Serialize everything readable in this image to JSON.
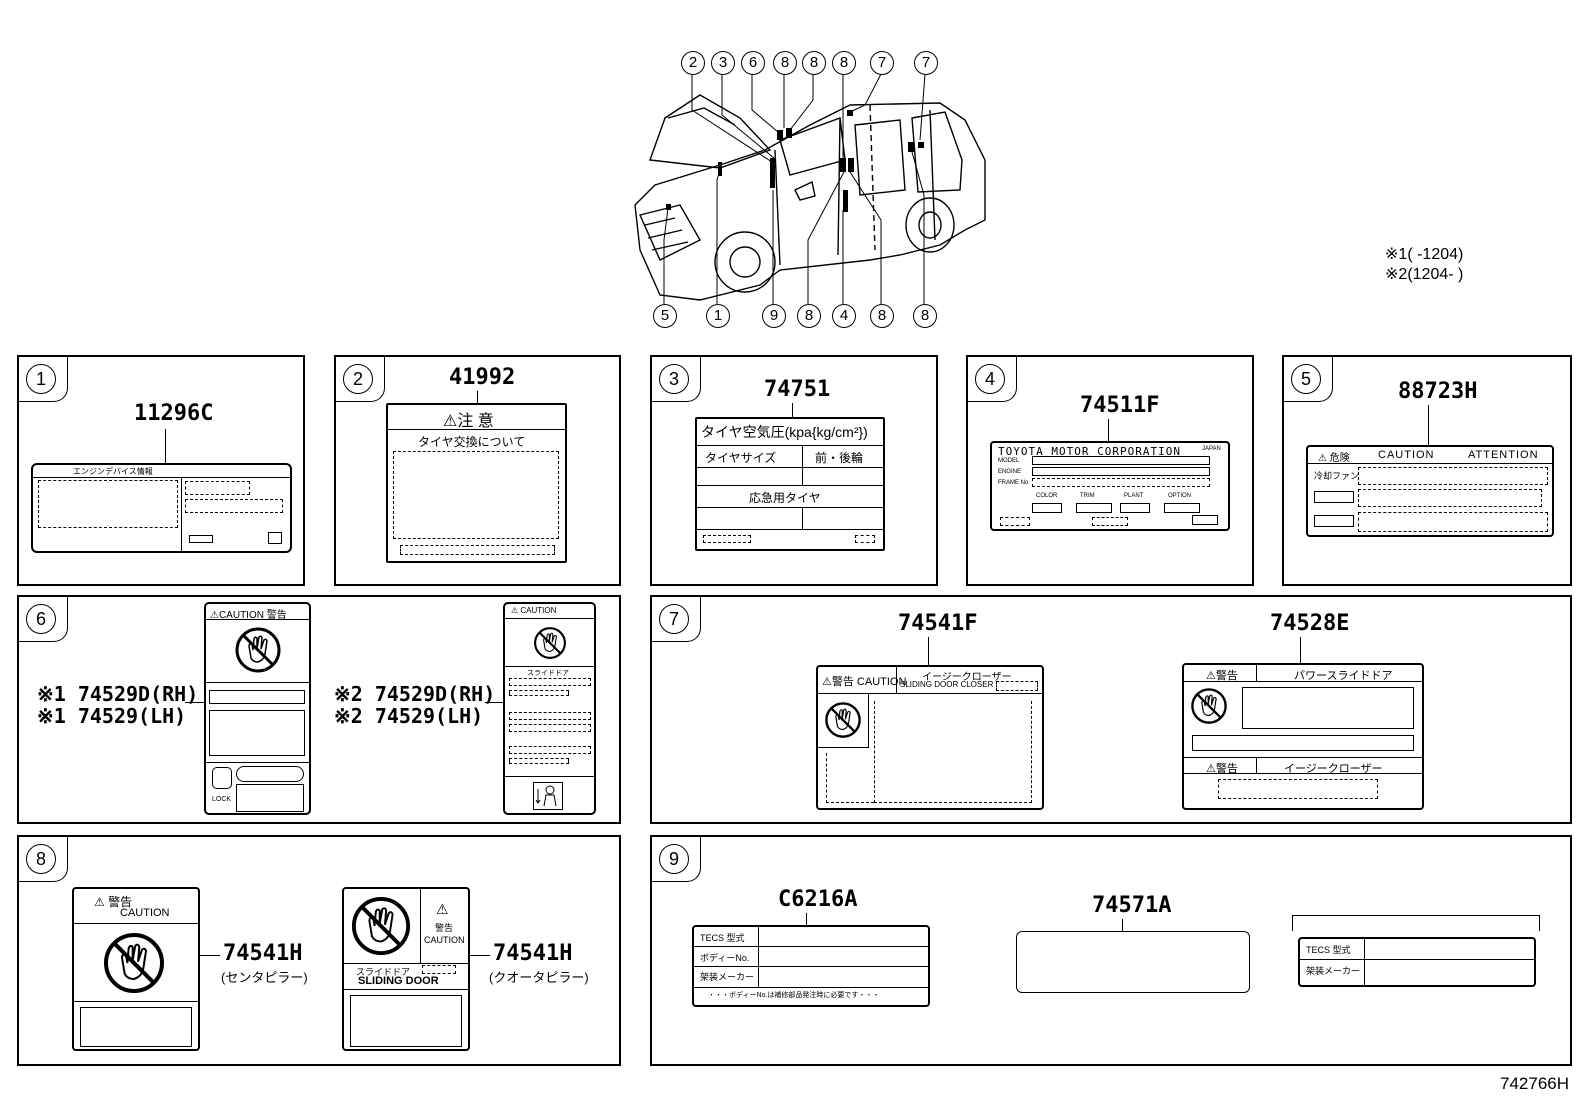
{
  "vehicle": {
    "top_callouts": [
      "2",
      "3",
      "6",
      "8",
      "8",
      "8",
      "7",
      "7"
    ],
    "bottom_callouts": [
      "5",
      "1",
      "9",
      "8",
      "4",
      "8",
      "8"
    ]
  },
  "legend": {
    "note1_mark": "※1",
    "note1_text": "(      -1204)",
    "note2_mark": "※2",
    "note2_text": "(1204-      )"
  },
  "panels": {
    "p1": {
      "num": "1",
      "part": "11296C",
      "header": "エンジンデバイス情報"
    },
    "p2": {
      "num": "2",
      "part": "41992",
      "title": "⚠注 意",
      "subtitle": "タイヤ交換について"
    },
    "p3": {
      "num": "3",
      "part": "74751",
      "title": "タイヤ空気圧(kpa{kg/cm²})",
      "col1": "タイヤサイズ",
      "col2": "前・後輪",
      "row": "応急用タイヤ"
    },
    "p4": {
      "num": "4",
      "part": "74511F",
      "maker": "TOYOTA MOTOR CORPORATION",
      "japan": "JAPAN",
      "model": "MODEL",
      "engine": "ENGINE",
      "frame": "FRAME No",
      "color": "COLOR",
      "trim": "TRIM",
      "plant": "PLANT",
      "option": "OPTION"
    },
    "p5": {
      "num": "5",
      "part": "88723H",
      "danger": "⚠ 危険",
      "caution": "CAUTION",
      "attention": "ATTENTION",
      "fan": "冷却ファン"
    },
    "p6": {
      "num": "6",
      "header1": "⚠CAUTION 警告",
      "lock": "LOCK",
      "left_line1": "※1 74529D(RH)",
      "left_line2": "※1 74529(LH)",
      "right_line1": "※2 74529D(RH)",
      "right_line2": "※2 74529(LH)",
      "header2": "⚠ CAUTION",
      "slide": "スライドドア"
    },
    "p7": {
      "num": "7",
      "part1": "74541F",
      "part2": "74528E",
      "warn1": "⚠警告 CAUTION",
      "easy1": "イージークローザー",
      "sliding": "SLIDING DOOR CLOSER",
      "warn2": "⚠警告",
      "power": "パワースライドドア",
      "warn3": "⚠警告",
      "easy2": "イージークローザー"
    },
    "p8": {
      "num": "8",
      "caution1": "⚠ 警告",
      "caution1b": "CAUTION",
      "part1": "74541H",
      "sub1": "(センタピラー)",
      "caution2": "⚠",
      "caution2b": "警告",
      "caution2c": "CAUTION",
      "slide": "スライドドア",
      "sliding": "SLIDING DOOR",
      "part2": "74541H",
      "sub2": "(クオータピラー)"
    },
    "p9": {
      "num": "9",
      "part1": "C6216A",
      "part2": "74571A",
      "r1": "TECS 型式",
      "r2": "ボディーNo.",
      "r3": "架装メーカー",
      "foot": "・・・ボディーNo.は補修部品発注時に必要です・・・",
      "r4": "TECS 型式",
      "r5": "架装メーカー"
    }
  },
  "footer": {
    "code": "742766H"
  }
}
